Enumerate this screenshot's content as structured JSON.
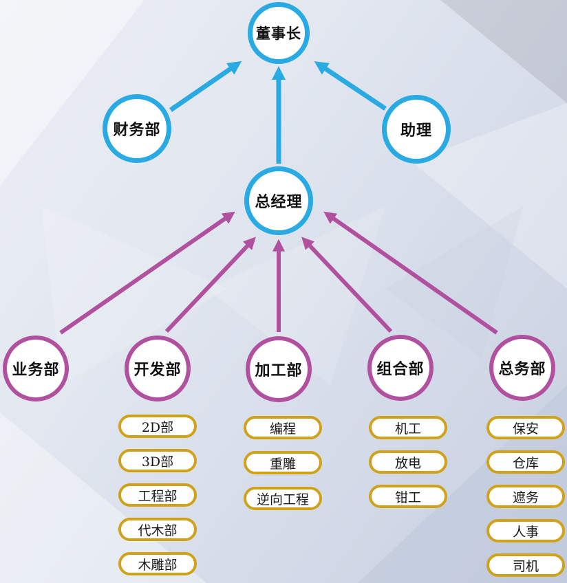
{
  "colors": {
    "cyan_node_border": "#29aae3",
    "magenta_node_border": "#b0509e",
    "gold_pill_border": "#d0a21a",
    "node_fill": "#ffffff",
    "text": "#111111",
    "background_top": "#eceef5",
    "background_bottom": "#c6cfe0"
  },
  "org": {
    "chairman": "董事长",
    "finance": "财务部",
    "assistant": "助理",
    "general_manager": "总经理",
    "departments": [
      {
        "label": "业务部",
        "children": []
      },
      {
        "label": "开发部",
        "children": [
          "2D部",
          "3D部",
          "工程部",
          "代木部",
          "木雕部"
        ]
      },
      {
        "label": "加工部",
        "children": [
          "编程",
          "重雕",
          "逆向工程"
        ]
      },
      {
        "label": "组合部",
        "children": [
          "机工",
          "放电",
          "钳工"
        ]
      },
      {
        "label": "总务部",
        "children": [
          "保安",
          "仓库",
          "遮务",
          "人事",
          "司机"
        ]
      }
    ]
  }
}
